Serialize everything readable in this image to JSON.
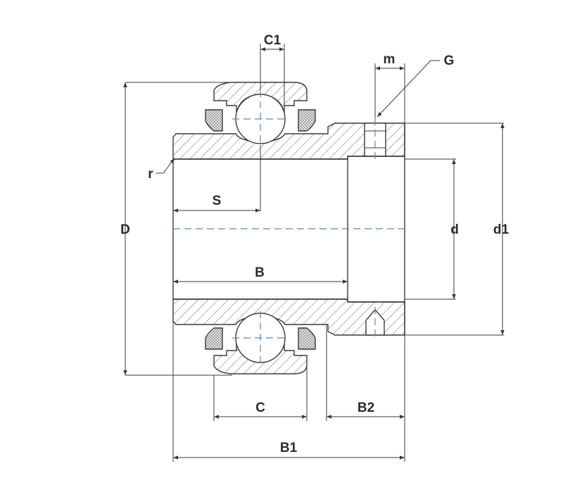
{
  "labels": {
    "C1": "C1",
    "m": "m",
    "G": "G",
    "r": "r",
    "S": "S",
    "D": "D",
    "d": "d",
    "d1": "d1",
    "B": "B",
    "C": "C",
    "B2": "B2",
    "B1": "B1"
  },
  "colors": {
    "outline": "#3a3a3a",
    "hatch": "#6a6a6a",
    "centerline": "#5a86c8",
    "seal_fill": "#d8d8d8",
    "background": "#ffffff"
  }
}
